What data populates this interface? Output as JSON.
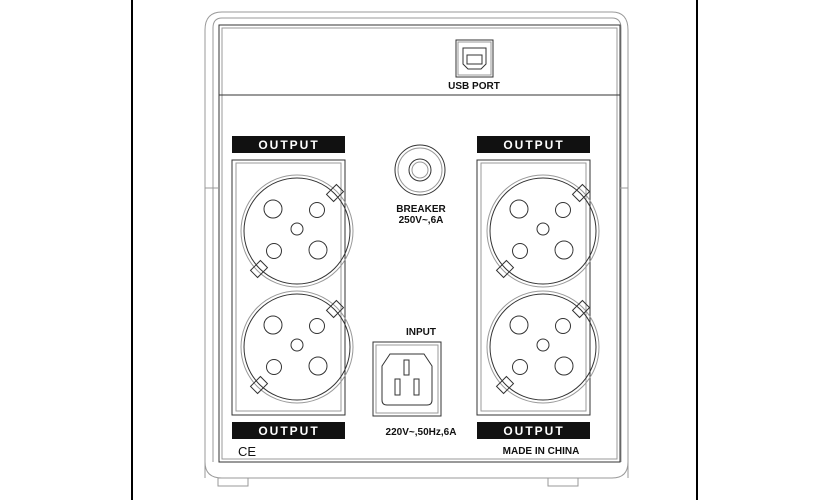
{
  "panel": {
    "usb_label": "USB PORT",
    "breaker_label": "BREAKER",
    "breaker_rating": "250V~,6A",
    "input_label": "INPUT",
    "input_rating": "220V~,50Hz,6A",
    "outputs": [
      "OUTPUT",
      "OUTPUT",
      "OUTPUT",
      "OUTPUT"
    ],
    "ce_mark": "CE",
    "origin": "MADE IN CHINA"
  }
}
